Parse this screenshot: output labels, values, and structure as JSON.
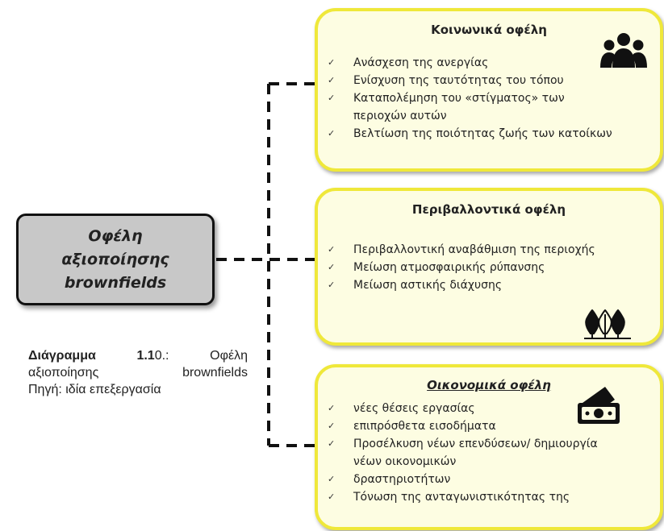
{
  "main": {
    "title": "Οφέλη\nαξιοποίησης\nbrownfields"
  },
  "caption": {
    "label": "Διάγραμμα",
    "number_bold": "1.1",
    "number_rest": "0.:",
    "title_part1": "Οφέλη",
    "title_part2": "αξιοποίησης brownfields",
    "source": "Πηγή: ιδία επεξεργασία"
  },
  "boxes": {
    "social": {
      "title": "Κοινωνικά οφέλη",
      "icon": "people-group-icon",
      "items": [
        "Ανάσχεση της ανεργίας",
        "Ενίσχυση της ταυτότητας του τόπου",
        "Καταπολέμηση του «στίγματος» των περιοχών αυτών",
        "Βελτίωση της ποιότητας ζωής των κατοίκων"
      ]
    },
    "environmental": {
      "title": "Περιβαλλοντικά οφέλη",
      "icon": "trees-icon",
      "items": [
        "Περιβαλλοντική αναβάθμιση της περιοχής",
        "Μείωση ατμοσφαιρικής ρύπανσης",
        "Μείωση αστικής διάχυσης"
      ]
    },
    "economic": {
      "title": "Οικονομικά οφέλη",
      "icon": "money-tray-icon",
      "items": [
        "νέες θέσεις εργασίας",
        "επιπρόσθετα εισοδήματα",
        "Προσέλκυση νέων επενδύσεων/ δημιουργία νέων οικονομικών",
        "δραστηριοτήτων",
        "Τόνωση της ανταγωνιστικότητας της"
      ]
    }
  },
  "check_mark": "✓",
  "colors": {
    "box_fill": "#fdfde2",
    "box_border": "#efe83a",
    "main_fill": "#c8c8c8"
  }
}
